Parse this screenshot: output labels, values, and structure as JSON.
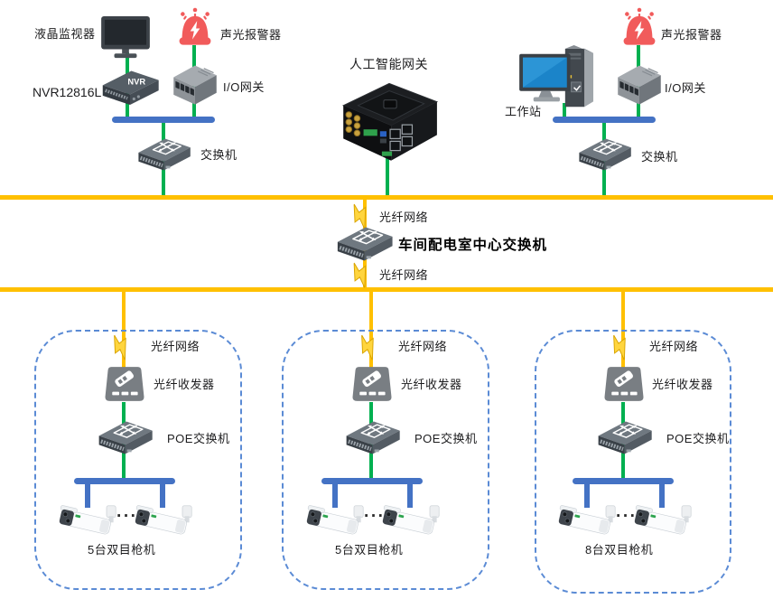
{
  "top_left": {
    "monitor_label": "液晶监视器",
    "nvr_model": "NVR12816L",
    "nvr_badge": "NVR",
    "alarm_label": "声光报警器",
    "io_gateway_label": "I/O网关",
    "switch_label": "交换机"
  },
  "top_center": {
    "ai_gateway_label": "人工智能网关"
  },
  "top_right": {
    "workstation_label": "工作站",
    "alarm_label": "声光报警器",
    "io_gateway_label": "I/O网关",
    "switch_label": "交换机"
  },
  "backbone": {
    "fiber_top_label": "光纤网络",
    "central_switch_label": "车间配电室中心交换机",
    "fiber_bottom_label": "光纤网络"
  },
  "zones": [
    {
      "fiber_label": "光纤网络",
      "transceiver_label": "光纤收发器",
      "poe_switch_label": "POE交换机",
      "camera_group_label": "5台双目枪机",
      "ellipsis": "···"
    },
    {
      "fiber_label": "光纤网络",
      "transceiver_label": "光纤收发器",
      "poe_switch_label": "POE交换机",
      "camera_group_label": "5台双目枪机",
      "ellipsis": "···"
    },
    {
      "fiber_label": "光纤网络",
      "transceiver_label": "光纤收发器",
      "poe_switch_label": "POE交换机",
      "camera_group_label": "8台双目枪机",
      "ellipsis": "···"
    }
  ],
  "colors": {
    "fiber_yellow": "#FFC000",
    "ethernet_green": "#00B050",
    "bus_blue": "#4472C4",
    "zone_border_blue": "#5B8BD5",
    "alarm_red": "#F15B5B"
  }
}
